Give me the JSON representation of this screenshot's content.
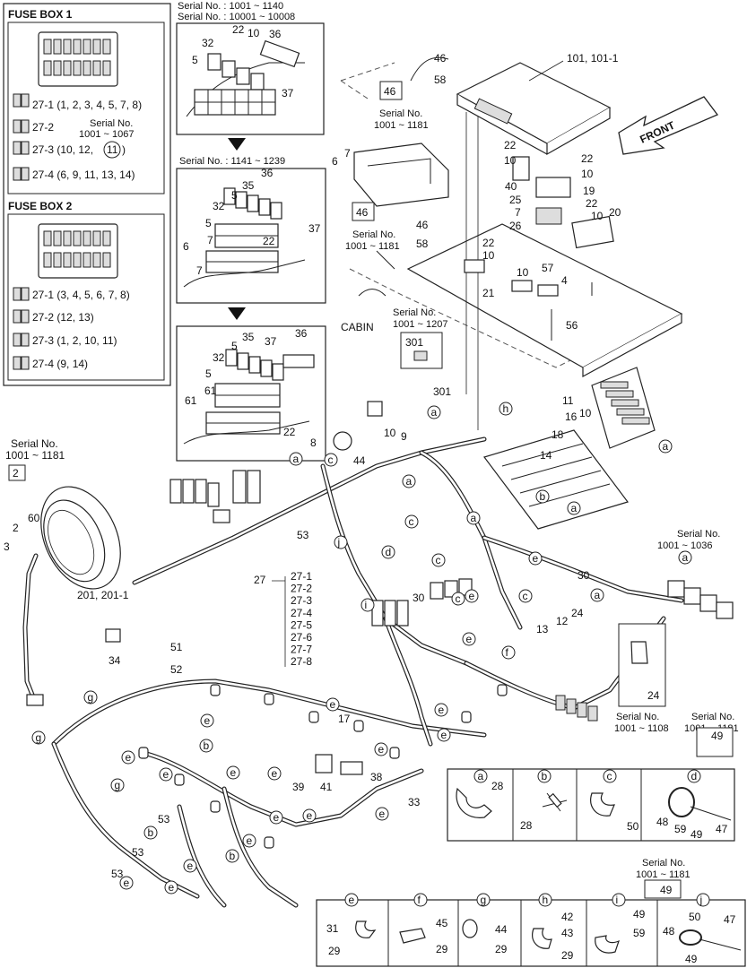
{
  "fusebox1": {
    "title": "FUSE BOX 1",
    "items": [
      {
        "label": "27-1 (1, 2, 3, 4, 5, 7, 8)"
      },
      {
        "label": "27-2"
      },
      {
        "label": "27-3 (10, 12,"
      },
      {
        "label": "27-4 (6, 9, 11, 13, 14)"
      }
    ],
    "circled": "11",
    "circled_suffix": ")",
    "serial_label": "Serial No.",
    "serial_range": "1001 ~ 1067"
  },
  "fusebox2": {
    "title": "FUSE BOX 2",
    "items": [
      {
        "label": "27-1 (3, 4, 5, 6, 7, 8)"
      },
      {
        "label": "27-2 (12, 13)"
      },
      {
        "label": "27-3 (1, 2, 10, 11)"
      },
      {
        "label": "27-4 (9, 14)"
      }
    ]
  },
  "relay_panels": [
    {
      "serial_a": "Serial No. : 1001 ~ 1140",
      "serial_b": "Serial No. : 10001 ~ 10008"
    },
    {
      "serial_a": "Serial No. : 1141 ~ 1239"
    },
    {
      "serial_a": ""
    }
  ],
  "front_label": "FRONT",
  "cabin_label": "CABIN",
  "serial_notes": [
    {
      "text": "Serial No.",
      "range": "1001 ~ 1181"
    },
    {
      "text": "Serial No.",
      "range": "1001 ~ 1181"
    },
    {
      "text": "Serial No.",
      "range": "1001 ~ 1207"
    },
    {
      "text": "Serial No.",
      "range": "1001 ~ 1181"
    },
    {
      "text": "Serial No.",
      "range": "1001 ~ 1036"
    },
    {
      "text": "Serial No.",
      "range": "1001 ~ 1108"
    },
    {
      "text": "Serial No.",
      "range": "1001 ~ 1181"
    },
    {
      "text": "Serial No.",
      "range": "1001 ~ 1181"
    }
  ],
  "harness_27_list": [
    "27-1",
    "27-2",
    "27-3",
    "27-4",
    "27-5",
    "27-6",
    "27-7",
    "27-8"
  ],
  "detail_letters_row1": [
    "a",
    "b",
    "c",
    "d"
  ],
  "detail_letters_row2": [
    "e",
    "f",
    "g",
    "h",
    "i",
    "j"
  ],
  "part_numbers": {
    "p101": "101, 101-1",
    "p201": "201, 201-1",
    "n46": "46",
    "n58": "58",
    "n22": "22",
    "n10": "10",
    "n40": "40",
    "n19": "19",
    "n20": "20",
    "n25": "25",
    "n26": "26",
    "n7": "7",
    "n6": "6",
    "n21": "21",
    "n57": "57",
    "n4": "4",
    "n56": "56",
    "n301": "301",
    "n11": "11",
    "n16": "16",
    "n18": "18",
    "n14": "14",
    "n8": "8",
    "n44": "44",
    "n9": "9",
    "n53": "53",
    "n27": "27",
    "n30": "30",
    "n12": "12",
    "n13": "13",
    "n24": "24",
    "n2": "2",
    "n3": "3",
    "n60": "60",
    "n34": "34",
    "n51": "51",
    "n52": "52",
    "n17": "17",
    "n39": "39",
    "n41": "41",
    "n38": "38",
    "n33": "33",
    "n32": "32",
    "n5": "5",
    "n36": "36",
    "n37": "37",
    "n35": "35",
    "n61": "61",
    "n28": "28",
    "n50": "50",
    "n48": "48",
    "n59": "59",
    "n49": "49",
    "n47": "47",
    "n31": "31",
    "n29": "29",
    "n45": "45",
    "n42": "42",
    "n43": "43"
  }
}
